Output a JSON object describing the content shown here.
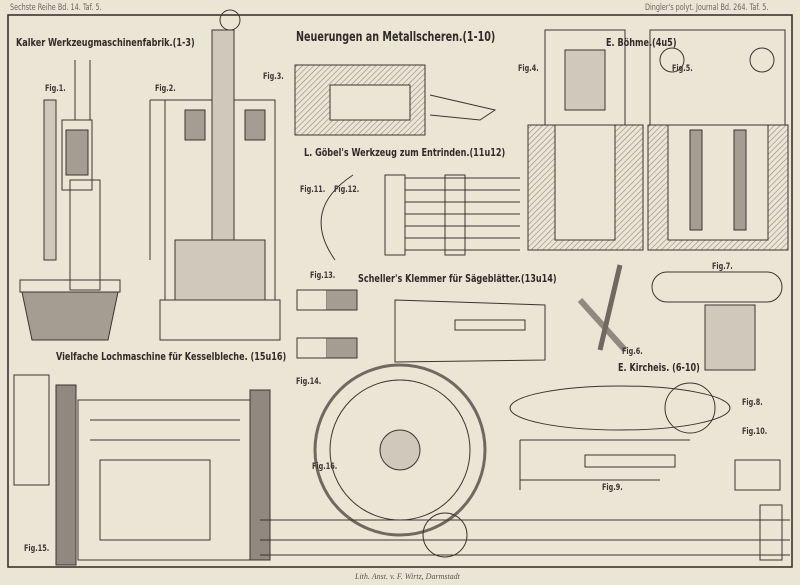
{
  "header": {
    "left": "Sechste Reihe Bd. 14. Taf. 5.",
    "right": "Dingler's polyt. Journal Bd. 264. Taf. 5."
  },
  "titles": {
    "kalker": "Kalker Werkzeugmaschinenfabrik.(1-3)",
    "metallscheren": "Neuerungen an Metallscheren.(1-10)",
    "boehme": "E. Böhme.(4u5)",
    "goebel": "L. Göbel's Werkzeug zum Entrinden.(11u12)",
    "scheller": "Scheller's Klemmer für Sägeblätter.(13u14)",
    "kircheis": "E. Kircheis. (6-10)",
    "lochmaschine": "Vielfache Lochmaschine für Kesselbleche. (15u16)"
  },
  "figures": [
    "Fig.1.",
    "Fig.2.",
    "Fig.3.",
    "Fig.4.",
    "Fig.5.",
    "Fig.6.",
    "Fig.7.",
    "Fig.8.",
    "Fig.9.",
    "Fig.10.",
    "Fig.11.",
    "Fig.12.",
    "Fig.13.",
    "Fig.14.",
    "Fig.15.",
    "Fig.16."
  ],
  "footer": "Lith. Anst. v. F. Wirtz, Darmstadt",
  "colors": {
    "paper": "#ebe5d6",
    "ink": "#3a3630",
    "hatch": "#8f8a80"
  }
}
